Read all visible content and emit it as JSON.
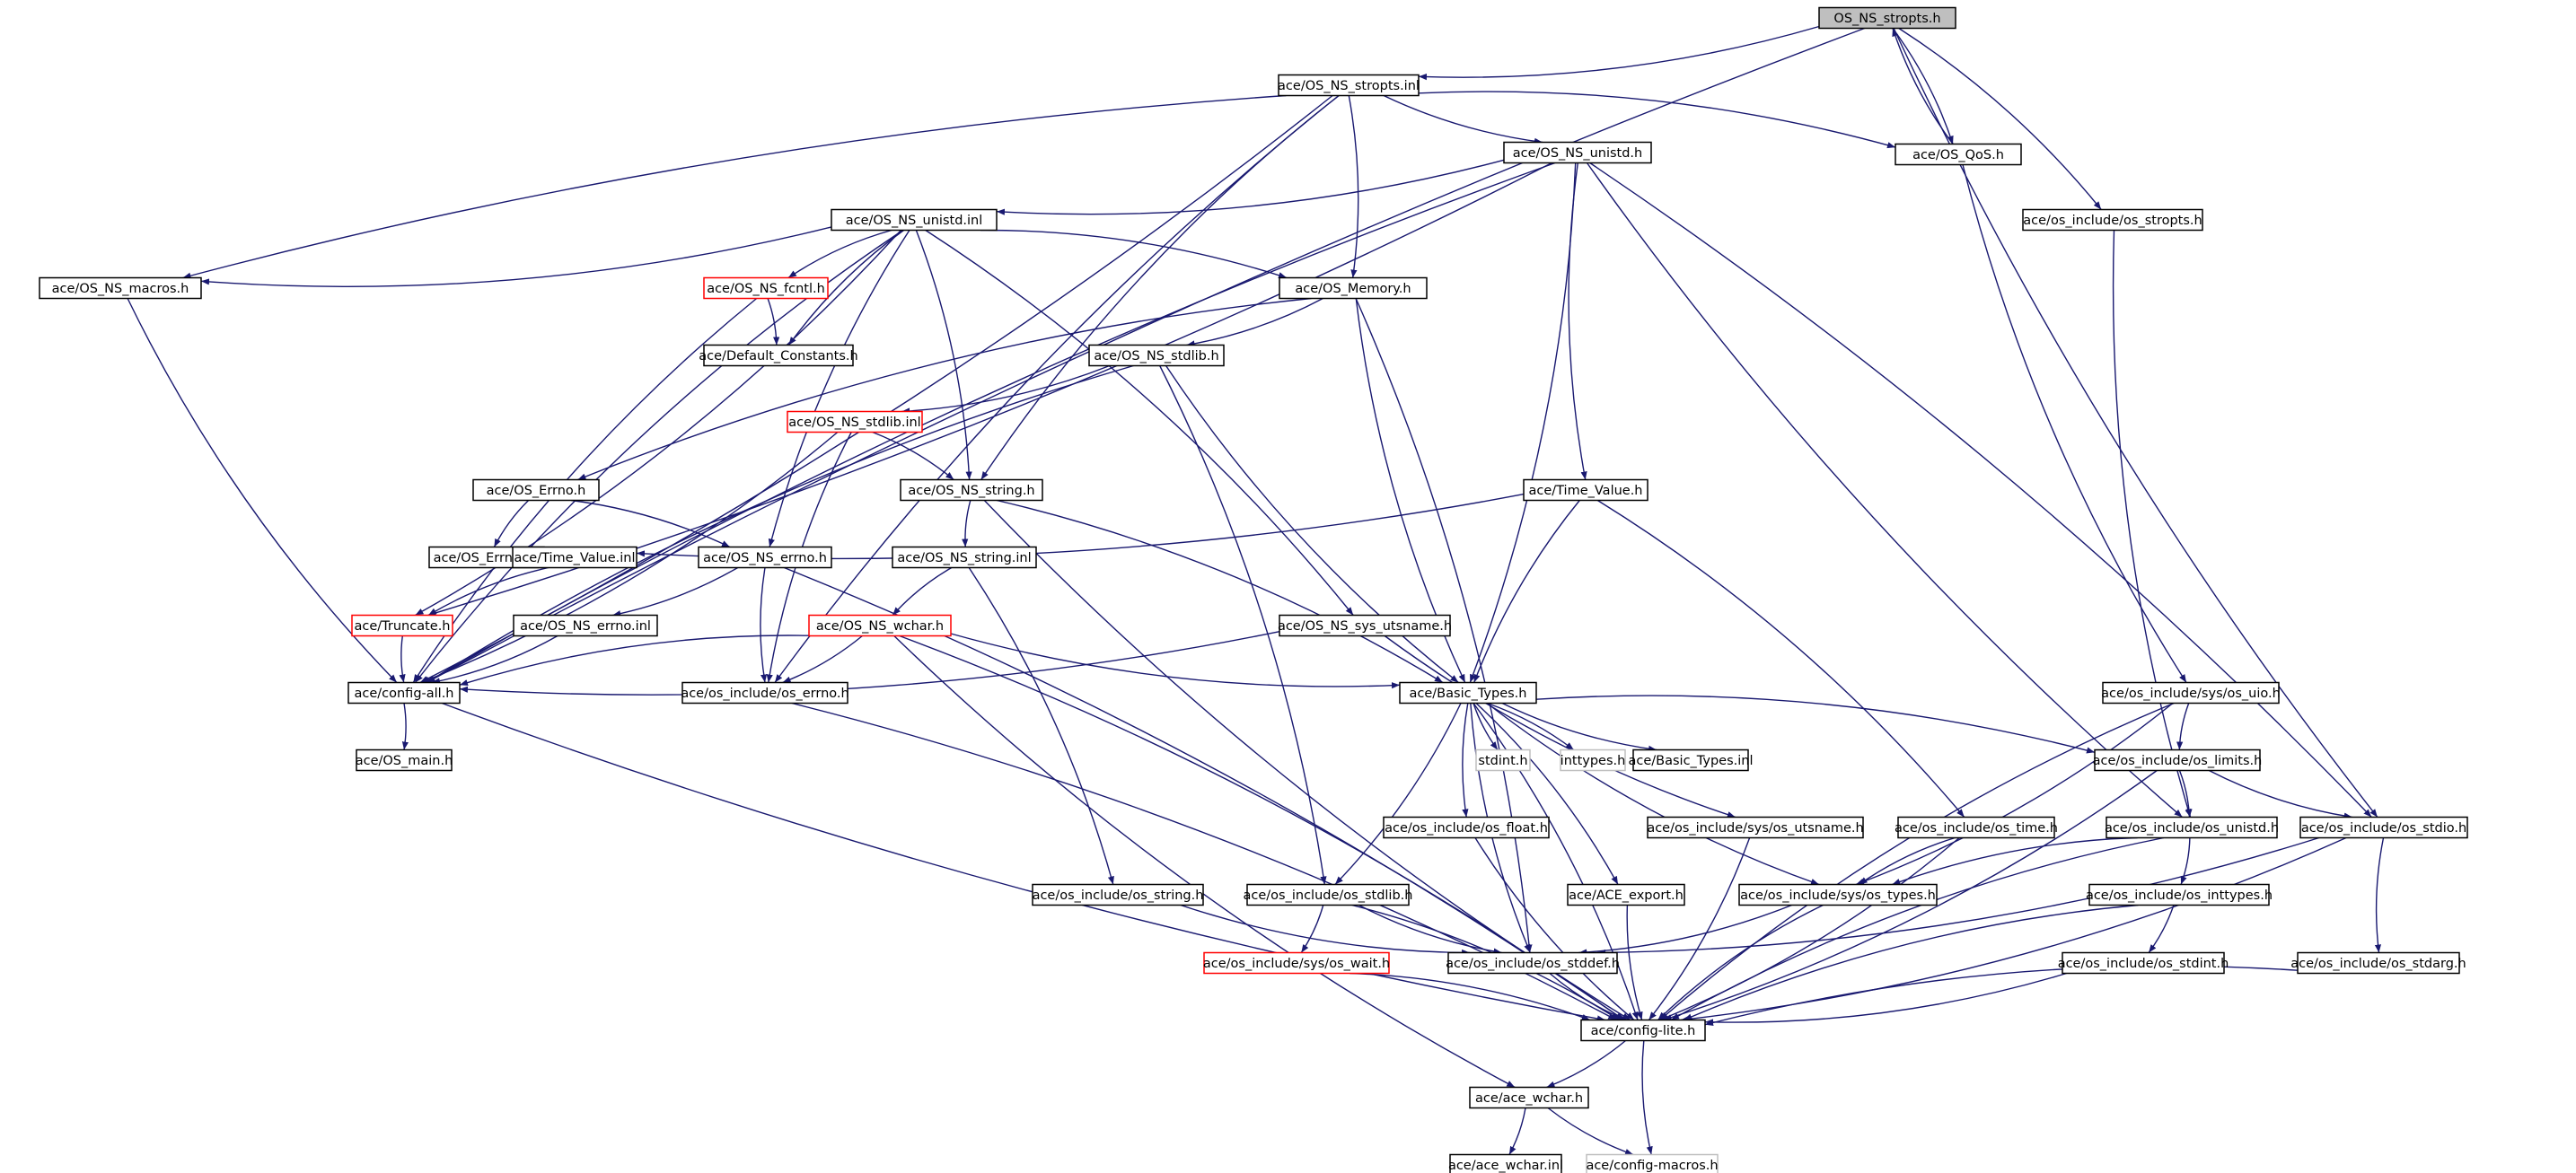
{
  "colors": {
    "edge": "#191970",
    "root_fill": "#bfbfbf",
    "red_border": "#ff0000",
    "gray_border": "#bfbfbf",
    "node_border": "#000000"
  },
  "nodes": [
    {
      "id": "n0",
      "label": "OS_NS_stropts.h",
      "style": "root"
    },
    {
      "id": "n1",
      "label": "ace/OS_NS_stropts.inl",
      "style": "normal"
    },
    {
      "id": "n2",
      "label": "ace/OS_QoS.h",
      "style": "normal"
    },
    {
      "id": "n3",
      "label": "ace/OS_NS_unistd.h",
      "style": "normal"
    },
    {
      "id": "n4",
      "label": "ace/os_include/os_stropts.h",
      "style": "normal"
    },
    {
      "id": "n5",
      "label": "ace/OS_NS_unistd.inl",
      "style": "normal"
    },
    {
      "id": "n6",
      "label": "ace/OS_NS_macros.h",
      "style": "normal"
    },
    {
      "id": "n7",
      "label": "ace/OS_NS_fcntl.h",
      "style": "red"
    },
    {
      "id": "n8",
      "label": "ace/OS_Memory.h",
      "style": "normal"
    },
    {
      "id": "n9",
      "label": "ace/Default_Constants.h",
      "style": "normal"
    },
    {
      "id": "n10",
      "label": "ace/OS_NS_stdlib.h",
      "style": "normal"
    },
    {
      "id": "n11",
      "label": "ace/OS_NS_stdlib.inl",
      "style": "red"
    },
    {
      "id": "n12",
      "label": "ace/OS_Errno.h",
      "style": "normal"
    },
    {
      "id": "n13",
      "label": "ace/OS_NS_string.h",
      "style": "normal"
    },
    {
      "id": "n14",
      "label": "ace/Time_Value.h",
      "style": "normal"
    },
    {
      "id": "n15",
      "label": "ace/OS_Errno.inl",
      "style": "normal"
    },
    {
      "id": "n16",
      "label": "ace/Time_Value.inl",
      "style": "normal"
    },
    {
      "id": "n17",
      "label": "ace/OS_NS_errno.h",
      "style": "normal"
    },
    {
      "id": "n18",
      "label": "ace/OS_NS_string.inl",
      "style": "normal"
    },
    {
      "id": "n19",
      "label": "ace/Truncate.h",
      "style": "red"
    },
    {
      "id": "n20",
      "label": "ace/OS_NS_errno.inl",
      "style": "normal"
    },
    {
      "id": "n21",
      "label": "ace/OS_NS_wchar.h",
      "style": "red"
    },
    {
      "id": "n22",
      "label": "ace/OS_NS_sys_utsname.h",
      "style": "normal"
    },
    {
      "id": "n23",
      "label": "ace/config-all.h",
      "style": "normal"
    },
    {
      "id": "n24",
      "label": "ace/os_include/os_errno.h",
      "style": "normal"
    },
    {
      "id": "n25",
      "label": "ace/Basic_Types.h",
      "style": "normal"
    },
    {
      "id": "n26",
      "label": "ace/os_include/sys/os_uio.h",
      "style": "normal"
    },
    {
      "id": "n27",
      "label": "ace/OS_main.h",
      "style": "normal"
    },
    {
      "id": "n28",
      "label": "stdint.h",
      "style": "gray"
    },
    {
      "id": "n29",
      "label": "inttypes.h",
      "style": "gray"
    },
    {
      "id": "n30",
      "label": "ace/Basic_Types.inl",
      "style": "normal"
    },
    {
      "id": "n31",
      "label": "ace/os_include/os_limits.h",
      "style": "normal"
    },
    {
      "id": "n32",
      "label": "ace/os_include/os_float.h",
      "style": "normal"
    },
    {
      "id": "n33",
      "label": "ace/os_include/sys/os_utsname.h",
      "style": "normal"
    },
    {
      "id": "n34",
      "label": "ace/os_include/os_time.h",
      "style": "normal"
    },
    {
      "id": "n35",
      "label": "ace/os_include/os_unistd.h",
      "style": "normal"
    },
    {
      "id": "n36",
      "label": "ace/os_include/os_stdio.h",
      "style": "normal"
    },
    {
      "id": "n37",
      "label": "ace/os_include/os_string.h",
      "style": "normal"
    },
    {
      "id": "n38",
      "label": "ace/os_include/os_stdlib.h",
      "style": "normal"
    },
    {
      "id": "n39",
      "label": "ace/ACE_export.h",
      "style": "normal"
    },
    {
      "id": "n40",
      "label": "ace/os_include/sys/os_types.h",
      "style": "normal"
    },
    {
      "id": "n41",
      "label": "ace/os_include/os_inttypes.h",
      "style": "normal"
    },
    {
      "id": "n42",
      "label": "ace/os_include/sys/os_wait.h",
      "style": "red"
    },
    {
      "id": "n43",
      "label": "ace/os_include/os_stddef.h",
      "style": "normal"
    },
    {
      "id": "n44",
      "label": "ace/os_include/os_stdint.h",
      "style": "normal"
    },
    {
      "id": "n45",
      "label": "ace/os_include/os_stdarg.h",
      "style": "normal"
    },
    {
      "id": "n46",
      "label": "ace/config-lite.h",
      "style": "normal"
    },
    {
      "id": "n47",
      "label": "ace/ace_wchar.h",
      "style": "normal"
    },
    {
      "id": "n48",
      "label": "ace/ace_wchar.inl",
      "style": "normal"
    },
    {
      "id": "n49",
      "label": "ace/config-macros.h",
      "style": "gray"
    }
  ],
  "edges": [
    [
      "n0",
      "n1"
    ],
    [
      "n0",
      "n23"
    ],
    [
      "n0",
      "n4"
    ],
    [
      "n0",
      "n36"
    ],
    [
      "n0",
      "n2"
    ],
    [
      "n1",
      "n3"
    ],
    [
      "n1",
      "n2"
    ],
    [
      "n1",
      "n6"
    ],
    [
      "n1",
      "n8"
    ],
    [
      "n1",
      "n13"
    ],
    [
      "n1",
      "n23"
    ],
    [
      "n1",
      "n24"
    ],
    [
      "n2",
      "n0"
    ],
    [
      "n2",
      "n26"
    ],
    [
      "n3",
      "n5"
    ],
    [
      "n3",
      "n14"
    ],
    [
      "n3",
      "n25"
    ],
    [
      "n3",
      "n35"
    ],
    [
      "n3",
      "n36"
    ],
    [
      "n3",
      "n23"
    ],
    [
      "n3",
      "n19"
    ],
    [
      "n4",
      "n35"
    ],
    [
      "n5",
      "n6"
    ],
    [
      "n5",
      "n7"
    ],
    [
      "n5",
      "n8"
    ],
    [
      "n5",
      "n9"
    ],
    [
      "n5",
      "n13"
    ],
    [
      "n5",
      "n17"
    ],
    [
      "n5",
      "n22"
    ],
    [
      "n5",
      "n23"
    ],
    [
      "n5",
      "n19"
    ],
    [
      "n6",
      "n23"
    ],
    [
      "n7",
      "n9"
    ],
    [
      "n7",
      "n23"
    ],
    [
      "n8",
      "n10"
    ],
    [
      "n8",
      "n25"
    ],
    [
      "n8",
      "n43"
    ],
    [
      "n8",
      "n12"
    ],
    [
      "n10",
      "n11"
    ],
    [
      "n10",
      "n25"
    ],
    [
      "n10",
      "n38"
    ],
    [
      "n10",
      "n23"
    ],
    [
      "n11",
      "n13"
    ],
    [
      "n11",
      "n24"
    ],
    [
      "n11",
      "n23"
    ],
    [
      "n12",
      "n15"
    ],
    [
      "n12",
      "n17"
    ],
    [
      "n13",
      "n18"
    ],
    [
      "n13",
      "n25"
    ],
    [
      "n13",
      "n46"
    ],
    [
      "n14",
      "n16"
    ],
    [
      "n14",
      "n25"
    ],
    [
      "n14",
      "n34"
    ],
    [
      "n16",
      "n19"
    ],
    [
      "n17",
      "n20"
    ],
    [
      "n17",
      "n24"
    ],
    [
      "n17",
      "n46"
    ],
    [
      "n18",
      "n21"
    ],
    [
      "n18",
      "n37"
    ],
    [
      "n19",
      "n23"
    ],
    [
      "n20",
      "n23"
    ],
    [
      "n21",
      "n23"
    ],
    [
      "n21",
      "n24"
    ],
    [
      "n21",
      "n25"
    ],
    [
      "n21",
      "n46"
    ],
    [
      "n21",
      "n47"
    ],
    [
      "n22",
      "n23"
    ],
    [
      "n22",
      "n33"
    ],
    [
      "n23",
      "n27"
    ],
    [
      "n23",
      "n46"
    ],
    [
      "n24",
      "n46"
    ],
    [
      "n25",
      "n28"
    ],
    [
      "n25",
      "n29"
    ],
    [
      "n25",
      "n30"
    ],
    [
      "n25",
      "n31"
    ],
    [
      "n25",
      "n32"
    ],
    [
      "n25",
      "n39"
    ],
    [
      "n25",
      "n40"
    ],
    [
      "n25",
      "n38"
    ],
    [
      "n25",
      "n43"
    ],
    [
      "n25",
      "n46"
    ],
    [
      "n26",
      "n31"
    ],
    [
      "n26",
      "n40"
    ],
    [
      "n26",
      "n46"
    ],
    [
      "n31",
      "n35"
    ],
    [
      "n31",
      "n36"
    ],
    [
      "n31",
      "n46"
    ],
    [
      "n32",
      "n46"
    ],
    [
      "n33",
      "n46"
    ],
    [
      "n34",
      "n40"
    ],
    [
      "n34",
      "n46"
    ],
    [
      "n35",
      "n40"
    ],
    [
      "n35",
      "n41"
    ],
    [
      "n35",
      "n46"
    ],
    [
      "n36",
      "n43"
    ],
    [
      "n36",
      "n45"
    ],
    [
      "n36",
      "n46"
    ],
    [
      "n37",
      "n43"
    ],
    [
      "n38",
      "n42"
    ],
    [
      "n38",
      "n43"
    ],
    [
      "n38",
      "n46"
    ],
    [
      "n39",
      "n46"
    ],
    [
      "n40",
      "n43"
    ],
    [
      "n40",
      "n46"
    ],
    [
      "n41",
      "n44"
    ],
    [
      "n41",
      "n46"
    ],
    [
      "n42",
      "n46"
    ],
    [
      "n43",
      "n46"
    ],
    [
      "n44",
      "n46"
    ],
    [
      "n45",
      "n46"
    ],
    [
      "n46",
      "n47"
    ],
    [
      "n46",
      "n49"
    ],
    [
      "n47",
      "n48"
    ],
    [
      "n47",
      "n49"
    ]
  ]
}
